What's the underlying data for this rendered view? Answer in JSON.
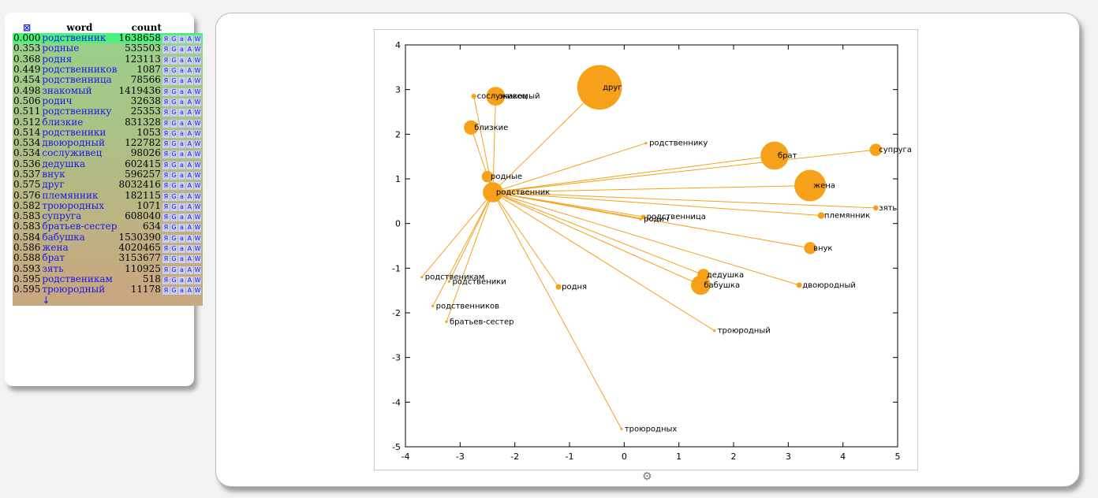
{
  "table": {
    "header_icon": "⊠",
    "header_word": "word",
    "header_count": "count",
    "more_arrow": "↓",
    "action_labels": [
      "Я",
      "G",
      "a",
      "A",
      "W"
    ],
    "rows": [
      {
        "sim": "0.000",
        "word": "родственник",
        "count": "1638658"
      },
      {
        "sim": "0.353",
        "word": "родные",
        "count": "535503"
      },
      {
        "sim": "0.368",
        "word": "родня",
        "count": "123113"
      },
      {
        "sim": "0.449",
        "word": "родственников",
        "count": "1087"
      },
      {
        "sim": "0.454",
        "word": "родственница",
        "count": "78566"
      },
      {
        "sim": "0.498",
        "word": "знакомый",
        "count": "1419436"
      },
      {
        "sim": "0.506",
        "word": "родич",
        "count": "32638"
      },
      {
        "sim": "0.511",
        "word": "родственнику",
        "count": "25353"
      },
      {
        "sim": "0.512",
        "word": "близкие",
        "count": "831328"
      },
      {
        "sim": "0.514",
        "word": "родственики",
        "count": "1053"
      },
      {
        "sim": "0.534",
        "word": "двоюродный",
        "count": "122782"
      },
      {
        "sim": "0.534",
        "word": "сослуживец",
        "count": "98026"
      },
      {
        "sim": "0.536",
        "word": "дедушка",
        "count": "602415"
      },
      {
        "sim": "0.537",
        "word": "внук",
        "count": "596257"
      },
      {
        "sim": "0.575",
        "word": "друг",
        "count": "8032416"
      },
      {
        "sim": "0.576",
        "word": "племянник",
        "count": "182115"
      },
      {
        "sim": "0.582",
        "word": "троюродных",
        "count": "1071"
      },
      {
        "sim": "0.583",
        "word": "супруга",
        "count": "608040"
      },
      {
        "sim": "0.583",
        "word": "братьев-сестер",
        "count": "634"
      },
      {
        "sim": "0.584",
        "word": "бабушка",
        "count": "1530390"
      },
      {
        "sim": "0.586",
        "word": "жена",
        "count": "4020465"
      },
      {
        "sim": "0.588",
        "word": "брат",
        "count": "3153677"
      },
      {
        "sim": "0.593",
        "word": "зять",
        "count": "110925"
      },
      {
        "sim": "0.595",
        "word": "родственикам",
        "count": "518"
      },
      {
        "sim": "0.595",
        "word": "троюродный",
        "count": "11178"
      }
    ]
  },
  "footer": {
    "gear_icon": "gear-icon"
  },
  "colors": {
    "accent": "#f7a11a",
    "first_row": "#4cf07c",
    "mid_row": "#b9d98a",
    "last_row": "#c8a880"
  },
  "chart_data": {
    "type": "scatter",
    "xlim": [
      -4,
      5
    ],
    "ylim": [
      -5,
      4
    ],
    "xticks": [
      -4,
      -3,
      -2,
      -1,
      0,
      1,
      2,
      3,
      4,
      5
    ],
    "yticks": [
      -5,
      -4,
      -3,
      -2,
      -1,
      0,
      1,
      2,
      3,
      4
    ],
    "center": {
      "label": "родственник",
      "x": -2.4,
      "y": 0.7
    },
    "points": [
      {
        "label": "родственник",
        "x": -2.4,
        "y": 0.7,
        "size": 1638658
      },
      {
        "label": "друг",
        "x": -0.45,
        "y": 3.05,
        "size": 8032416
      },
      {
        "label": "знакомый",
        "x": -2.35,
        "y": 2.85,
        "size": 1419436
      },
      {
        "label": "сослуживец",
        "x": -2.75,
        "y": 2.85,
        "size": 98026
      },
      {
        "label": "близкие",
        "x": -2.8,
        "y": 2.15,
        "size": 831328
      },
      {
        "label": "родные",
        "x": -2.5,
        "y": 1.05,
        "size": 535503
      },
      {
        "label": "родственнику",
        "x": 0.4,
        "y": 1.8,
        "size": 25353
      },
      {
        "label": "брат",
        "x": 2.75,
        "y": 1.52,
        "size": 3153677
      },
      {
        "label": "супруга",
        "x": 4.6,
        "y": 1.65,
        "size": 608040
      },
      {
        "label": "жена",
        "x": 3.4,
        "y": 0.85,
        "size": 4020465
      },
      {
        "label": "зять",
        "x": 4.6,
        "y": 0.35,
        "size": 110925
      },
      {
        "label": "племянник",
        "x": 3.6,
        "y": 0.18,
        "size": 182115
      },
      {
        "label": "родич",
        "x": 0.3,
        "y": 0.1,
        "size": 32638
      },
      {
        "label": "родственница",
        "x": 0.35,
        "y": 0.15,
        "size": 78566
      },
      {
        "label": "внук",
        "x": 3.4,
        "y": -0.55,
        "size": 596257
      },
      {
        "label": "дедушка",
        "x": 1.45,
        "y": -1.15,
        "size": 602415
      },
      {
        "label": "бабушка",
        "x": 1.4,
        "y": -1.38,
        "size": 1530390
      },
      {
        "label": "двоюродный",
        "x": 3.2,
        "y": -1.38,
        "size": 122782
      },
      {
        "label": "троюродный",
        "x": 1.65,
        "y": -2.4,
        "size": 11178
      },
      {
        "label": "родня",
        "x": -1.2,
        "y": -1.42,
        "size": 123113
      },
      {
        "label": "родственикам",
        "x": -3.7,
        "y": -1.2,
        "size": 518
      },
      {
        "label": "родственики",
        "x": -3.2,
        "y": -1.3,
        "size": 1053
      },
      {
        "label": "родственников",
        "x": -3.5,
        "y": -1.85,
        "size": 1087
      },
      {
        "label": "братьев-сестер",
        "x": -3.25,
        "y": -2.2,
        "size": 634
      },
      {
        "label": "троюродных",
        "x": -0.05,
        "y": -4.6,
        "size": 1071
      }
    ]
  }
}
